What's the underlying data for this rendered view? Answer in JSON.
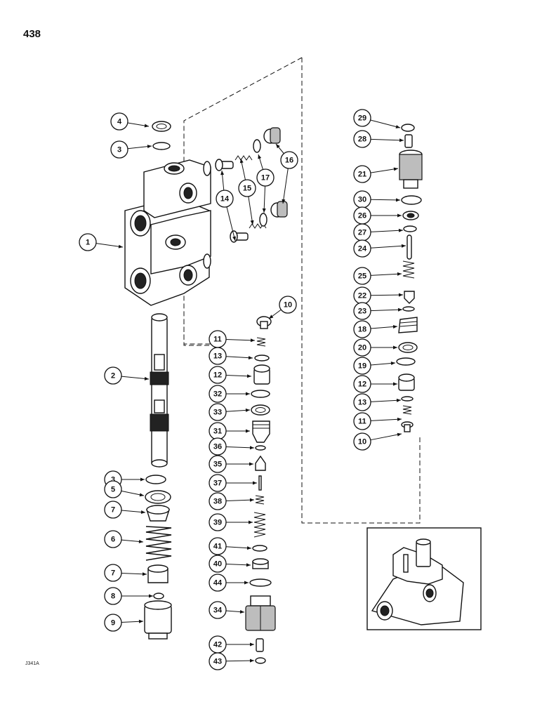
{
  "page_number": "438",
  "figure_code": "J341A",
  "callouts": [
    {
      "label": "4"
    },
    {
      "label": "3"
    },
    {
      "label": "1"
    },
    {
      "label": "14"
    },
    {
      "label": "15"
    },
    {
      "label": "17"
    },
    {
      "label": "16"
    },
    {
      "label": "2"
    },
    {
      "label": "3"
    },
    {
      "label": "5"
    },
    {
      "label": "7"
    },
    {
      "label": "6"
    },
    {
      "label": "7"
    },
    {
      "label": "8"
    },
    {
      "label": "9"
    },
    {
      "label": "10"
    },
    {
      "label": "11"
    },
    {
      "label": "13"
    },
    {
      "label": "12"
    },
    {
      "label": "32"
    },
    {
      "label": "33"
    },
    {
      "label": "31"
    },
    {
      "label": "36"
    },
    {
      "label": "35"
    },
    {
      "label": "37"
    },
    {
      "label": "38"
    },
    {
      "label": "39"
    },
    {
      "label": "41"
    },
    {
      "label": "40"
    },
    {
      "label": "44"
    },
    {
      "label": "34"
    },
    {
      "label": "42"
    },
    {
      "label": "43"
    },
    {
      "label": "29"
    },
    {
      "label": "28"
    },
    {
      "label": "21"
    },
    {
      "label": "30"
    },
    {
      "label": "26"
    },
    {
      "label": "27"
    },
    {
      "label": "24"
    },
    {
      "label": "25"
    },
    {
      "label": "22"
    },
    {
      "label": "23"
    },
    {
      "label": "18"
    },
    {
      "label": "20"
    },
    {
      "label": "19"
    },
    {
      "label": "12"
    },
    {
      "label": "13"
    },
    {
      "label": "11"
    },
    {
      "label": "10"
    }
  ]
}
